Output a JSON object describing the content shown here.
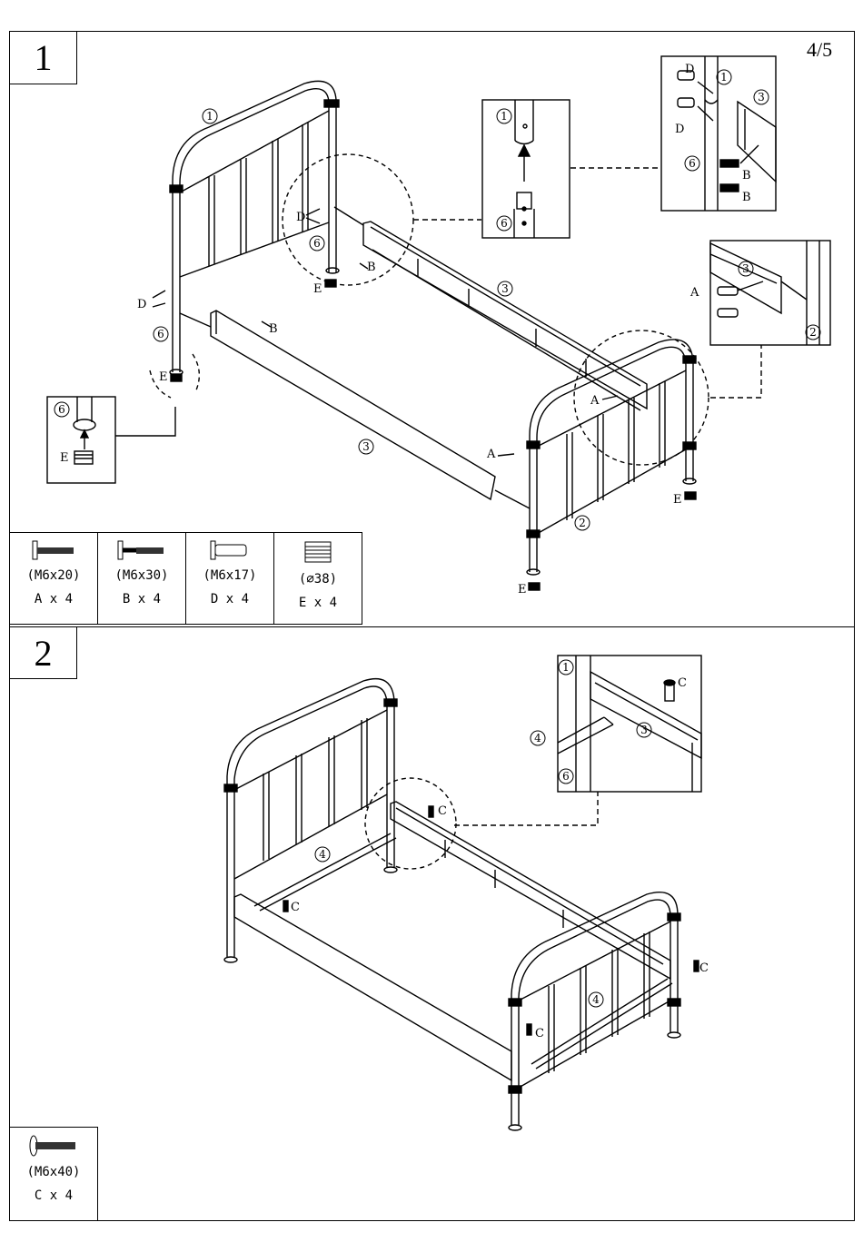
{
  "page": {
    "number": "4/5"
  },
  "step1": {
    "number": "1",
    "labels": {
      "one": "1",
      "two": "2",
      "three": "3",
      "six": "6",
      "A": "A",
      "B": "B",
      "D": "D",
      "E": "E"
    },
    "hardware": [
      {
        "icon": "bolt-m6x20-icon",
        "size": "(M6x20)",
        "qty": "A x 4"
      },
      {
        "icon": "bolt-m6x30-icon",
        "size": "(M6x30)",
        "qty": "B x 4"
      },
      {
        "icon": "barrel-nut-icon",
        "size": "(M6x17)",
        "qty": "D x 4"
      },
      {
        "icon": "leg-cap-icon",
        "size": "(⌀38)",
        "qty": "E x 4"
      }
    ]
  },
  "step2": {
    "number": "2",
    "labels": {
      "one": "1",
      "three": "3",
      "four": "4",
      "six": "6",
      "C": "C"
    },
    "hardware": [
      {
        "icon": "bolt-m6x40-icon",
        "size": "(M6x40)",
        "qty": "C x 4"
      }
    ]
  }
}
